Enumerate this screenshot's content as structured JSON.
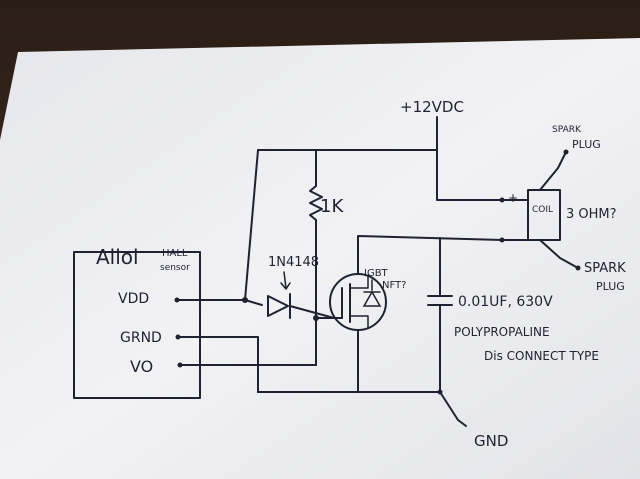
{
  "schematic": {
    "supply_label": "+12VDC",
    "ground_label": "GND",
    "sensor_title": "Allol",
    "sensor_subtitle_1": "HALL",
    "sensor_subtitle_2": "sensor",
    "pin_vdd": "VDD",
    "pin_grnd": "GRND",
    "pin_vo": "VO",
    "resistor_label": "1K",
    "diode_label": "1N4148",
    "transistor_label_1": "IGBT",
    "transistor_label_2": "NFT?",
    "capacitor_label": "0.01UF, 630V",
    "capacitor_type_1": "POLYPROPALINE",
    "capacitor_type_2": "Dis CONNECT TYPE",
    "coil_label": "COIL",
    "coil_resistance": "3 OHM?",
    "coil_plus": "+",
    "coil_minus": "-",
    "spark_plug_top_1": "SPARK",
    "spark_plug_top_2": "PLUG",
    "spark_plug_bottom_1": "SPARK",
    "spark_plug_bottom_2": "PLUG"
  },
  "colors": {
    "ink": "#1f2230",
    "paper": "#f3f3f5",
    "desk": "#3a2a1e"
  }
}
